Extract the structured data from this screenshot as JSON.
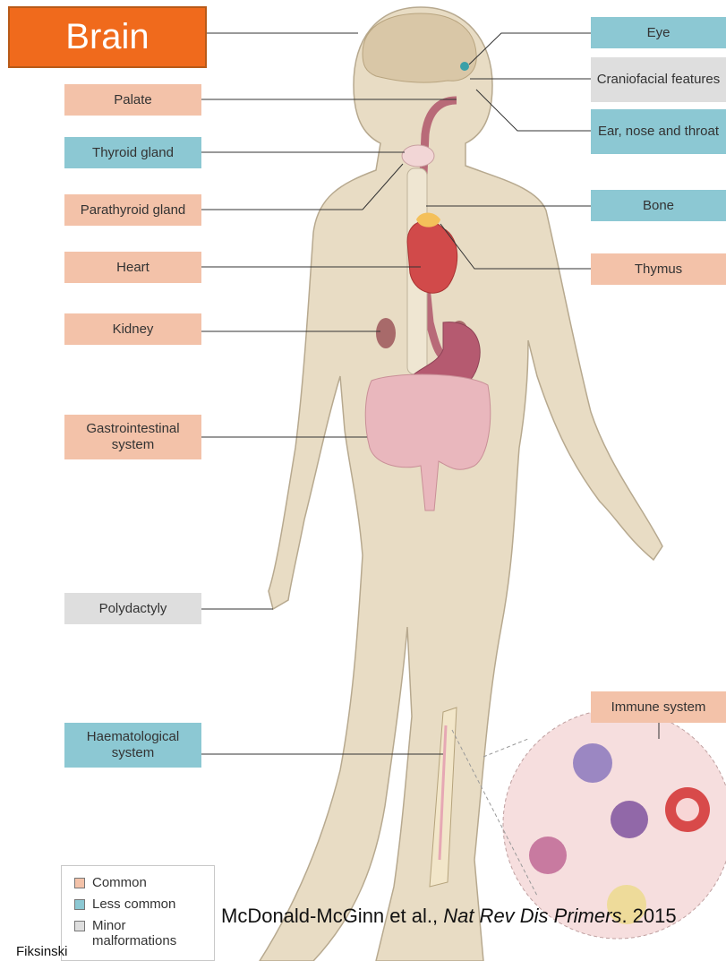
{
  "highlight": {
    "label": "Brain"
  },
  "labels_left": [
    {
      "id": "palate",
      "text": "Palate",
      "category": "common"
    },
    {
      "id": "thyroid",
      "text": "Thyroid gland",
      "category": "less_common"
    },
    {
      "id": "parathyroid",
      "text": "Parathyroid gland",
      "category": "common"
    },
    {
      "id": "heart",
      "text": "Heart",
      "category": "common"
    },
    {
      "id": "kidney",
      "text": "Kidney",
      "category": "common"
    },
    {
      "id": "gastro",
      "text": "Gastrointestinal system",
      "category": "common"
    },
    {
      "id": "polydactyly",
      "text": "Polydactyly",
      "category": "minor"
    },
    {
      "id": "haemato",
      "text": "Haematological system",
      "category": "less_common"
    }
  ],
  "labels_right": [
    {
      "id": "eye",
      "text": "Eye",
      "category": "less_common"
    },
    {
      "id": "craniofacial",
      "text": "Craniofacial features",
      "category": "minor"
    },
    {
      "id": "ent",
      "text": "Ear, nose and throat",
      "category": "less_common"
    },
    {
      "id": "bone",
      "text": "Bone",
      "category": "less_common"
    },
    {
      "id": "thymus",
      "text": "Thymus",
      "category": "common"
    },
    {
      "id": "immune",
      "text": "Immune system",
      "category": "common"
    }
  ],
  "legend": {
    "items": [
      {
        "label": "Common",
        "color": "#f3c2a9"
      },
      {
        "label": "Less common",
        "color": "#8cc8d3"
      },
      {
        "label": "Minor malformations",
        "color": "#dedede"
      }
    ]
  },
  "colors": {
    "common": "#f3c2a9",
    "less_common": "#8cc8d3",
    "minor": "#dedede",
    "highlight": "#f06a1c",
    "body": "#e8dcc4"
  },
  "citation": {
    "authors": "McDonald-McGinn et al., ",
    "journal": "Nat Rev Dis Primers",
    "year": ". 2015"
  },
  "author_footer": "Fiksinski"
}
